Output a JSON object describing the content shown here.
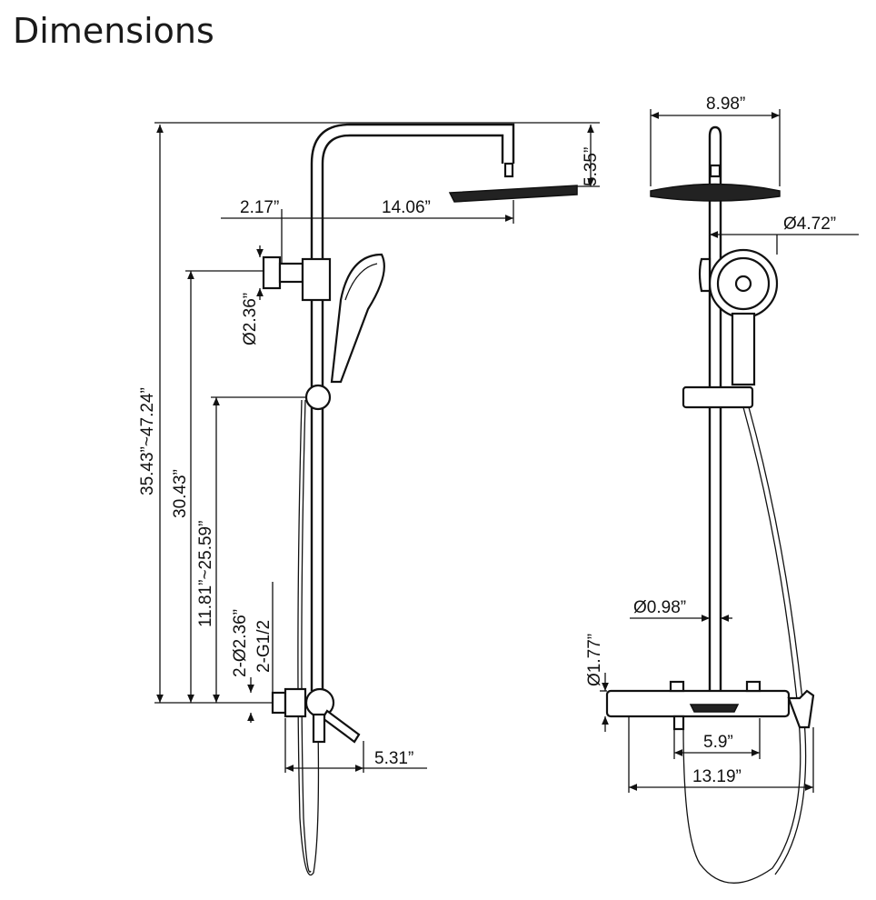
{
  "title": "Dimensions",
  "side_view": {
    "head_drop": "5.35”",
    "wall_offset": "2.17”",
    "arm_reach": "14.06”",
    "holder_diameter": "Ø2.36”",
    "total_height": "35.43”~47.24”",
    "head_height": "30.43”",
    "slider_range": "11.81”~25.59”",
    "inlet_diameter": "2-Ø2.36”",
    "inlet_thread": "2-G1/2",
    "valve_depth": "5.31”"
  },
  "front_view": {
    "head_width": "8.98”",
    "handshower_diameter": "Ø4.72”",
    "rail_diameter": "Ø0.98”",
    "valve_diameter": "Ø1.77”",
    "inlet_spacing": "5.9”",
    "valve_width": "13.19”"
  }
}
